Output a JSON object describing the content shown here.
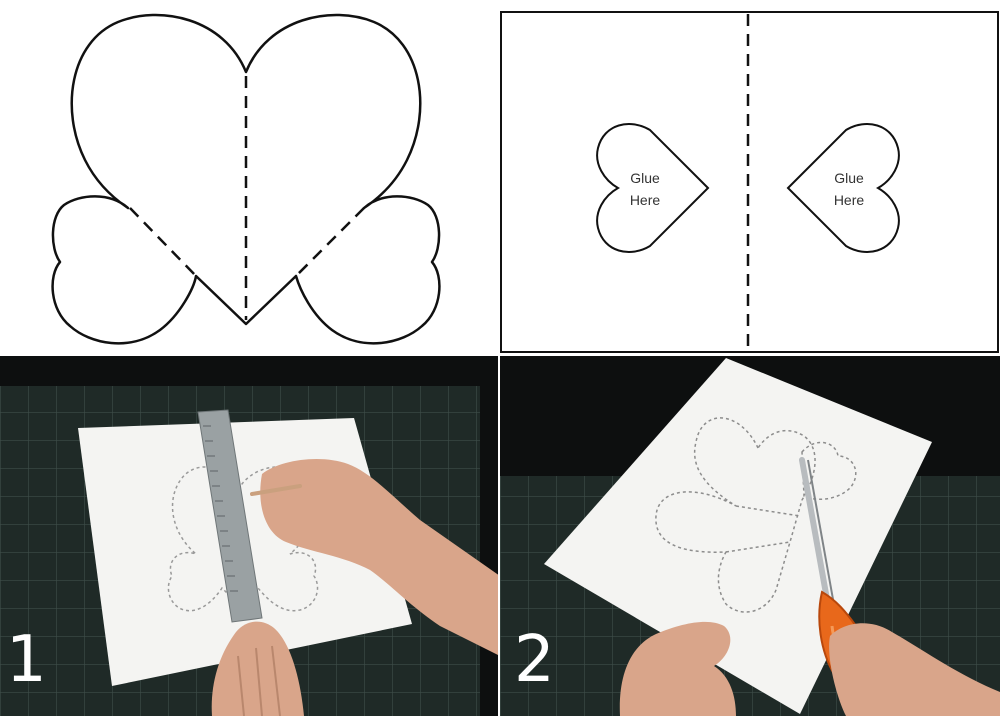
{
  "template_panel": {
    "description_hidden": ""
  },
  "card_panel": {
    "left_heart_label_line1": "Glue",
    "left_heart_label_line2": "Here",
    "right_heart_label_line1": "Glue",
    "right_heart_label_line2": "Here"
  },
  "steps": [
    {
      "number": "1"
    },
    {
      "number": "2"
    }
  ],
  "colors": {
    "cutting_mat": "#1f2a27",
    "grid_line": "#3e4d49",
    "paper": "#f4f4f2",
    "ruler": "#9aa1a3",
    "scissors_handle": "#e8681b",
    "skin": "#d9a58a"
  }
}
